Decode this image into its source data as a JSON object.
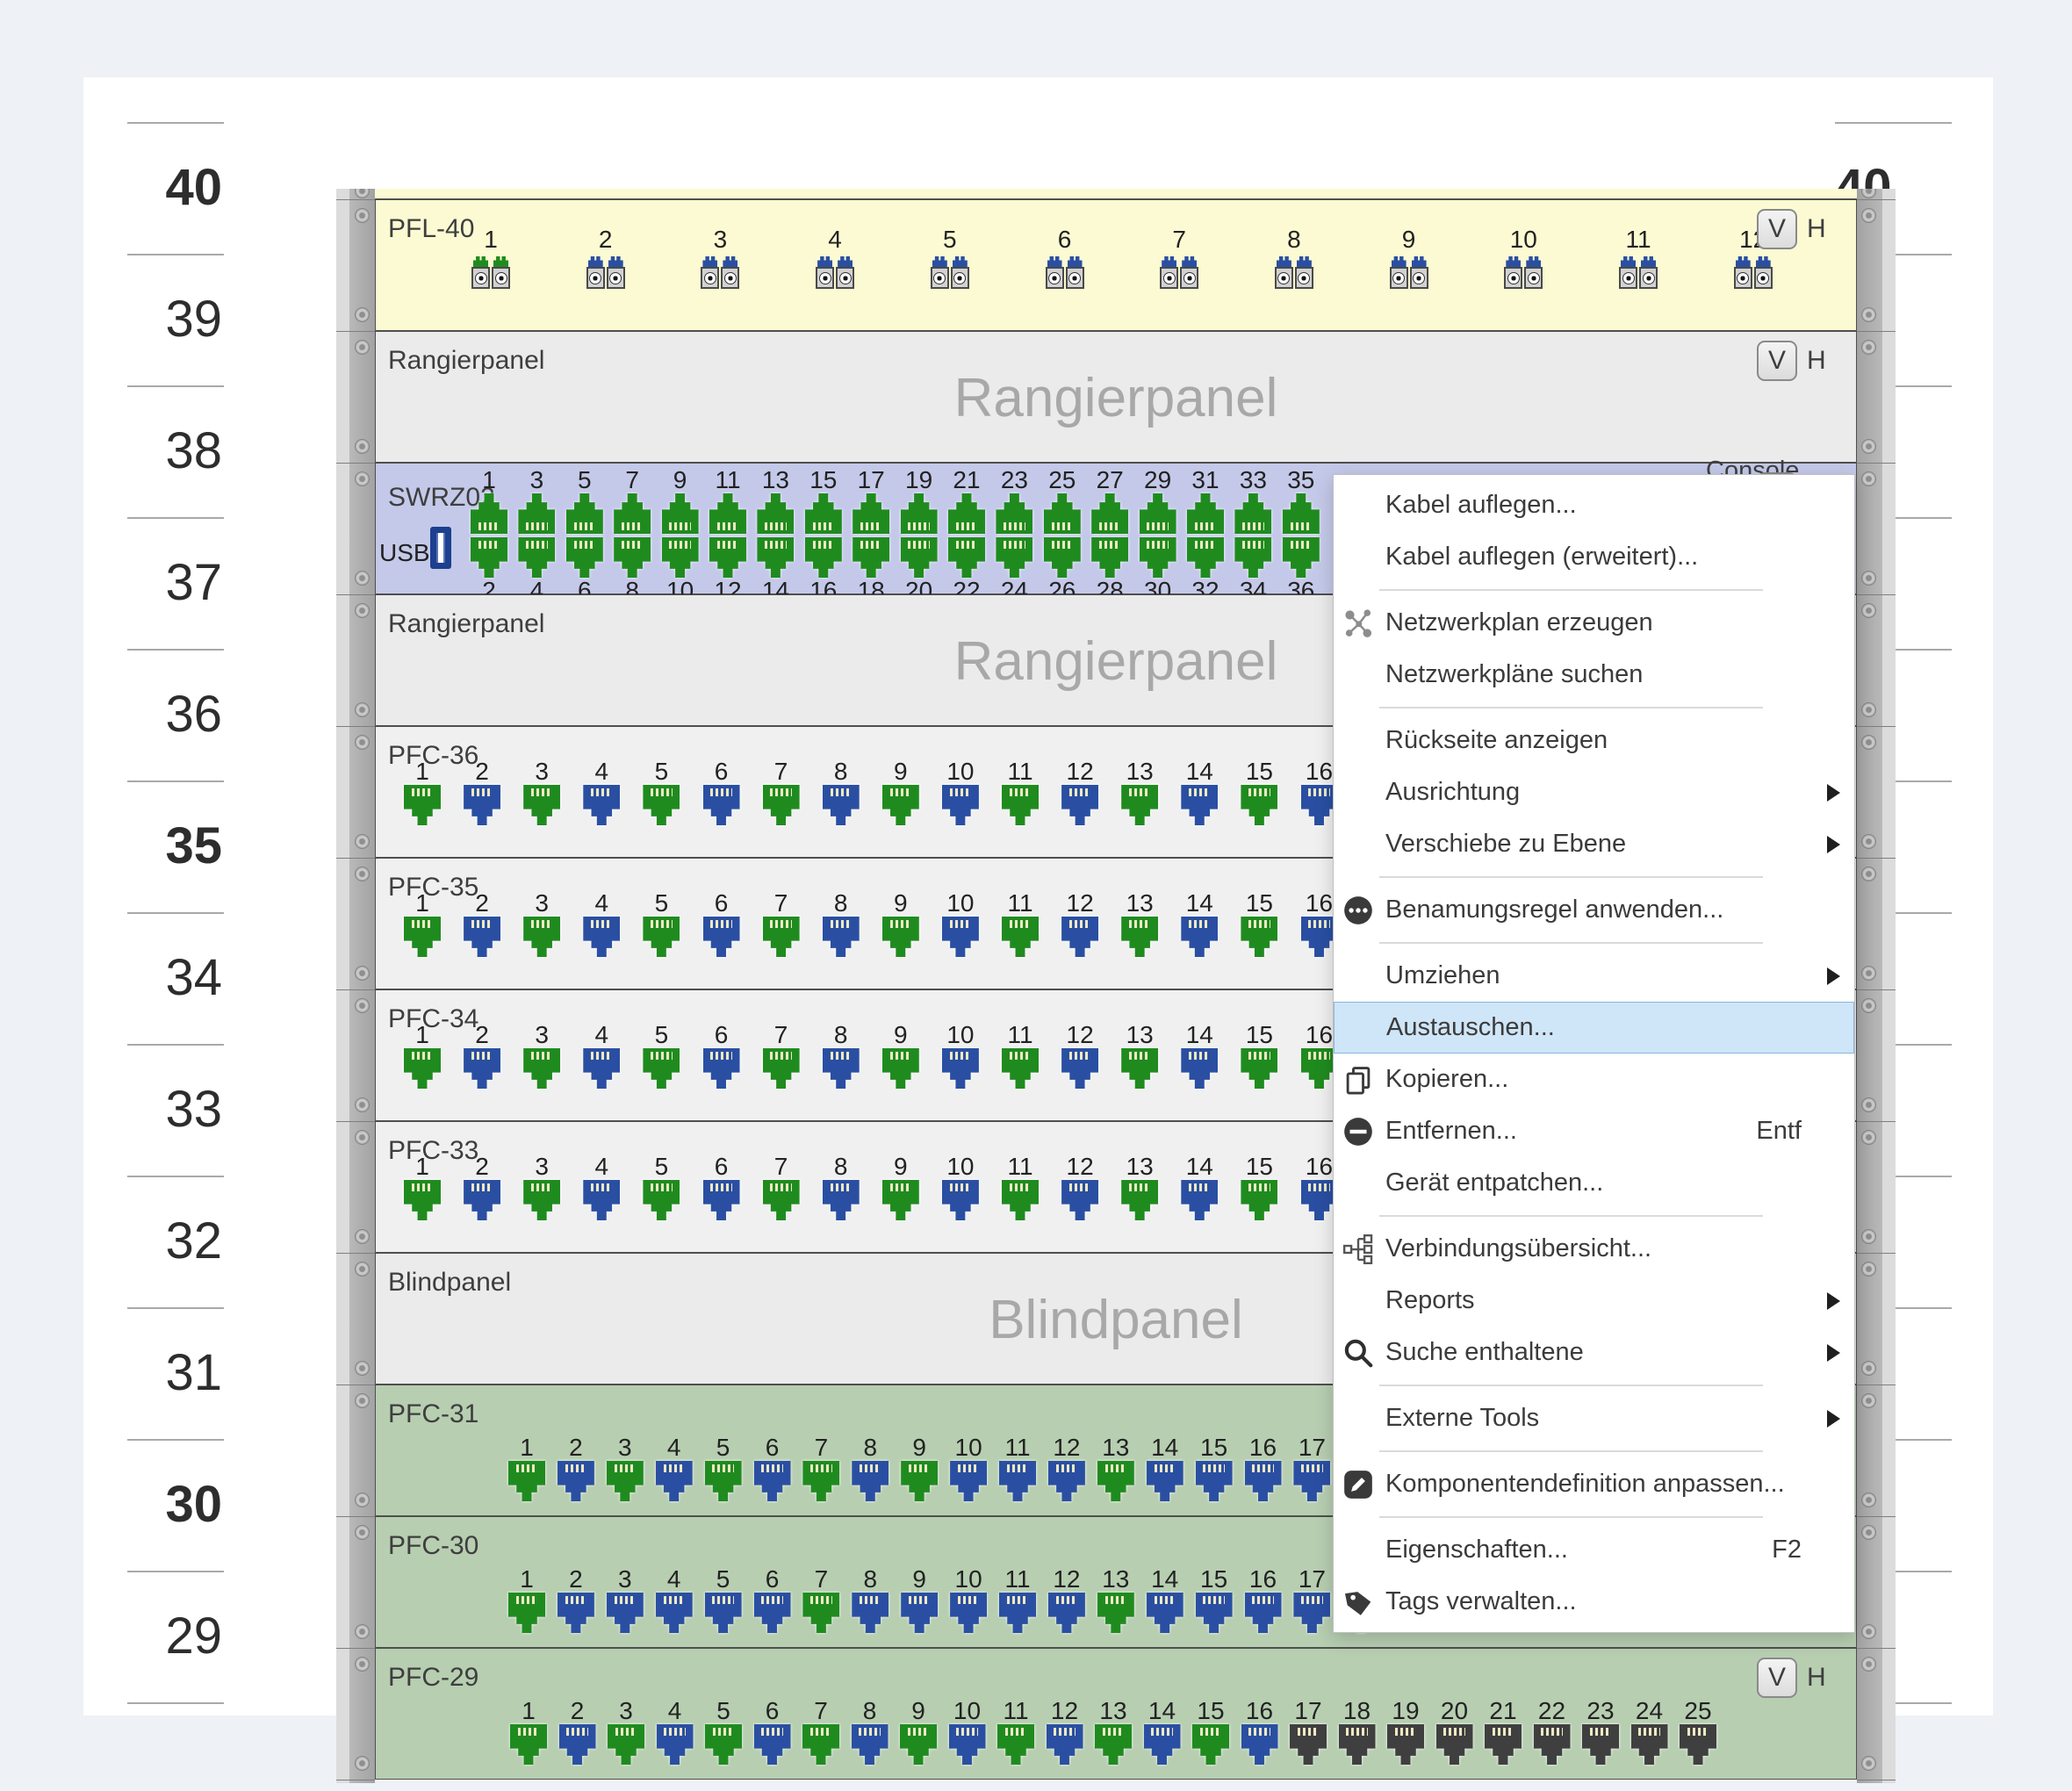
{
  "colors": {
    "green": "#1f8b1f",
    "blue": "#2a4fa2",
    "dark": "#3f3f3f"
  },
  "rack": {
    "units": [
      {
        "n": "40",
        "bold": true
      },
      {
        "n": "39",
        "bold": false
      },
      {
        "n": "38",
        "bold": false
      },
      {
        "n": "37",
        "bold": false
      },
      {
        "n": "36",
        "bold": false
      },
      {
        "n": "35",
        "bold": true
      },
      {
        "n": "34",
        "bold": false
      },
      {
        "n": "33",
        "bold": false
      },
      {
        "n": "32",
        "bold": false
      },
      {
        "n": "31",
        "bold": false
      },
      {
        "n": "30",
        "bold": true
      },
      {
        "n": "29",
        "bold": false
      }
    ],
    "vh": {
      "v": "V",
      "h": "H"
    },
    "rows": [
      {
        "unit": "40",
        "kind": "fiber",
        "label": "PFL-40",
        "bg": "#fbfad2",
        "ports": [
          "green",
          "blue",
          "blue",
          "blue",
          "blue",
          "blue",
          "blue",
          "blue",
          "blue",
          "blue",
          "blue",
          "blue"
        ]
      },
      {
        "unit": "39",
        "kind": "blank",
        "label": "Rangierpanel",
        "watermark": "Rangierpanel",
        "bg": "#ebebeb"
      },
      {
        "unit": "38",
        "kind": "switch",
        "label": "SWRZ02",
        "bg": "#c4c9e9",
        "usb_label": "USB",
        "console_label": "Console",
        "pairs": 18,
        "port_color": "green"
      },
      {
        "unit": "37",
        "kind": "blank",
        "label": "Rangierpanel",
        "watermark": "Rangierpanel",
        "bg": "#ebebeb"
      },
      {
        "unit": "36",
        "kind": "patch",
        "grid": "wide",
        "label": "PFC-36",
        "bg": "#f0f0f0",
        "ports": [
          "green",
          "blue",
          "green",
          "blue",
          "green",
          "blue",
          "green",
          "blue",
          "green",
          "blue",
          "green",
          "blue",
          "green",
          "blue",
          "green",
          "blue"
        ]
      },
      {
        "unit": "35",
        "kind": "patch",
        "grid": "wide",
        "label": "PFC-35",
        "bg": "#f0f0f0",
        "ports": [
          "green",
          "blue",
          "green",
          "blue",
          "green",
          "blue",
          "green",
          "blue",
          "green",
          "blue",
          "green",
          "blue",
          "green",
          "blue",
          "green",
          "blue"
        ]
      },
      {
        "unit": "34",
        "kind": "patch",
        "grid": "wide",
        "label": "PFC-34",
        "bg": "#f0f0f0",
        "ports": [
          "green",
          "blue",
          "green",
          "blue",
          "green",
          "blue",
          "green",
          "blue",
          "green",
          "blue",
          "green",
          "blue",
          "green",
          "blue",
          "green",
          "green"
        ]
      },
      {
        "unit": "33",
        "kind": "patch",
        "grid": "wide",
        "label": "PFC-33",
        "bg": "#f0f0f0",
        "ports": [
          "green",
          "blue",
          "green",
          "blue",
          "green",
          "blue",
          "green",
          "blue",
          "green",
          "blue",
          "green",
          "blue",
          "green",
          "blue",
          "green",
          "blue"
        ]
      },
      {
        "unit": "32",
        "kind": "blank",
        "label": "Blindpanel",
        "watermark": "Blindpanel",
        "bg": "#ebebeb"
      },
      {
        "unit": "31",
        "kind": "patch",
        "grid": "narrow",
        "label": "PFC-31",
        "bg": "#b7ceb1",
        "ports": [
          "green",
          "blue",
          "green",
          "blue",
          "green",
          "blue",
          "green",
          "blue",
          "green",
          "blue",
          "blue",
          "blue",
          "green",
          "blue",
          "blue",
          "blue",
          "blue",
          "blue"
        ]
      },
      {
        "unit": "30",
        "kind": "patch",
        "grid": "narrow",
        "label": "PFC-30",
        "bg": "#b7ceb1",
        "ports": [
          "green",
          "blue",
          "blue",
          "blue",
          "blue",
          "blue",
          "green",
          "blue",
          "blue",
          "blue",
          "blue",
          "blue",
          "green",
          "blue",
          "blue",
          "blue",
          "blue",
          "blue"
        ]
      },
      {
        "unit": "29",
        "kind": "patch",
        "grid": "p29",
        "label": "PFC-29",
        "bg": "#b7ceb1",
        "ports": [
          "green",
          "blue",
          "green",
          "blue",
          "green",
          "blue",
          "green",
          "blue",
          "green",
          "blue",
          "green",
          "blue",
          "green",
          "blue",
          "green",
          "blue",
          "dark",
          "dark",
          "dark",
          "dark",
          "dark",
          "dark",
          "dark",
          "dark",
          "dark"
        ]
      }
    ]
  },
  "menu": {
    "items": [
      {
        "label": "Kabel auflegen..."
      },
      {
        "label": "Kabel auflegen (erweitert)...",
        "sep_after": true
      },
      {
        "label": "Netzwerkplan erzeugen",
        "icon": "network-plan"
      },
      {
        "label": "Netzwerkpläne suchen",
        "sep_after": true
      },
      {
        "label": "Rückseite anzeigen"
      },
      {
        "label": "Ausrichtung",
        "submenu": true
      },
      {
        "label": "Verschiebe zu Ebene",
        "submenu": true,
        "sep_after": true
      },
      {
        "label": "Benamungsregel anwenden...",
        "icon": "naming-rule",
        "sep_after": true
      },
      {
        "label": "Umziehen",
        "submenu": true
      },
      {
        "label": "Austauschen...",
        "highlighted": true
      },
      {
        "label": "Kopieren...",
        "icon": "copy"
      },
      {
        "label": "Entfernen...",
        "icon": "remove",
        "shortcut": "Entf"
      },
      {
        "label": "Gerät entpatchen...",
        "sep_after": true
      },
      {
        "label": "Verbindungsübersicht...",
        "icon": "connection-overview"
      },
      {
        "label": "Reports",
        "submenu": true
      },
      {
        "label": "Suche enthaltene",
        "icon": "search",
        "submenu": true,
        "sep_after": true
      },
      {
        "label": "Externe Tools",
        "submenu": true,
        "sep_after": true
      },
      {
        "label": "Komponentendefinition anpassen...",
        "icon": "component-edit",
        "sep_after": true
      },
      {
        "label": "Eigenschaften...",
        "shortcut": "F2"
      },
      {
        "label": "Tags verwalten...",
        "icon": "tag"
      }
    ]
  }
}
